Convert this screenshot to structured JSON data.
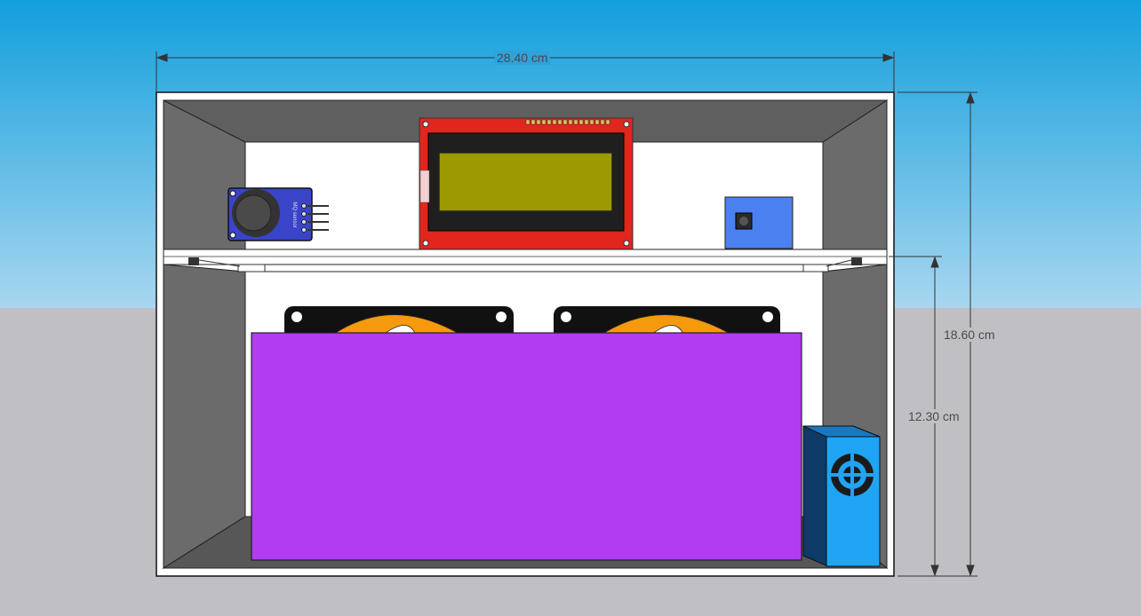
{
  "dimensions": {
    "width": "28.40 cm",
    "total_height": "18.60 cm",
    "lower_height": "12.30 cm"
  },
  "colors": {
    "sky_top": "#129fdd",
    "sky_bottom": "#9fd2ee",
    "ground": "#c0c0c4",
    "enclosure_wall": "#ffffff",
    "side_panel": "#6b6b6b",
    "lcd_board": "#e0261d",
    "lcd_screen": "#9c9a00",
    "gas_sensor_board": "#3a44c8",
    "button_module": "#4a80f0",
    "battery_block": "#b23cf2",
    "fan_blade": "#f59a0c",
    "dust_sensor": "#20a4f4"
  },
  "components": [
    "enclosure",
    "lcd-display-module",
    "gas-sensor-module",
    "push-button-module",
    "divider-shelf",
    "cooling-fan-left",
    "cooling-fan-right",
    "battery-block",
    "dust-sensor-module"
  ],
  "gas_sensor_text": "MQ sensor"
}
